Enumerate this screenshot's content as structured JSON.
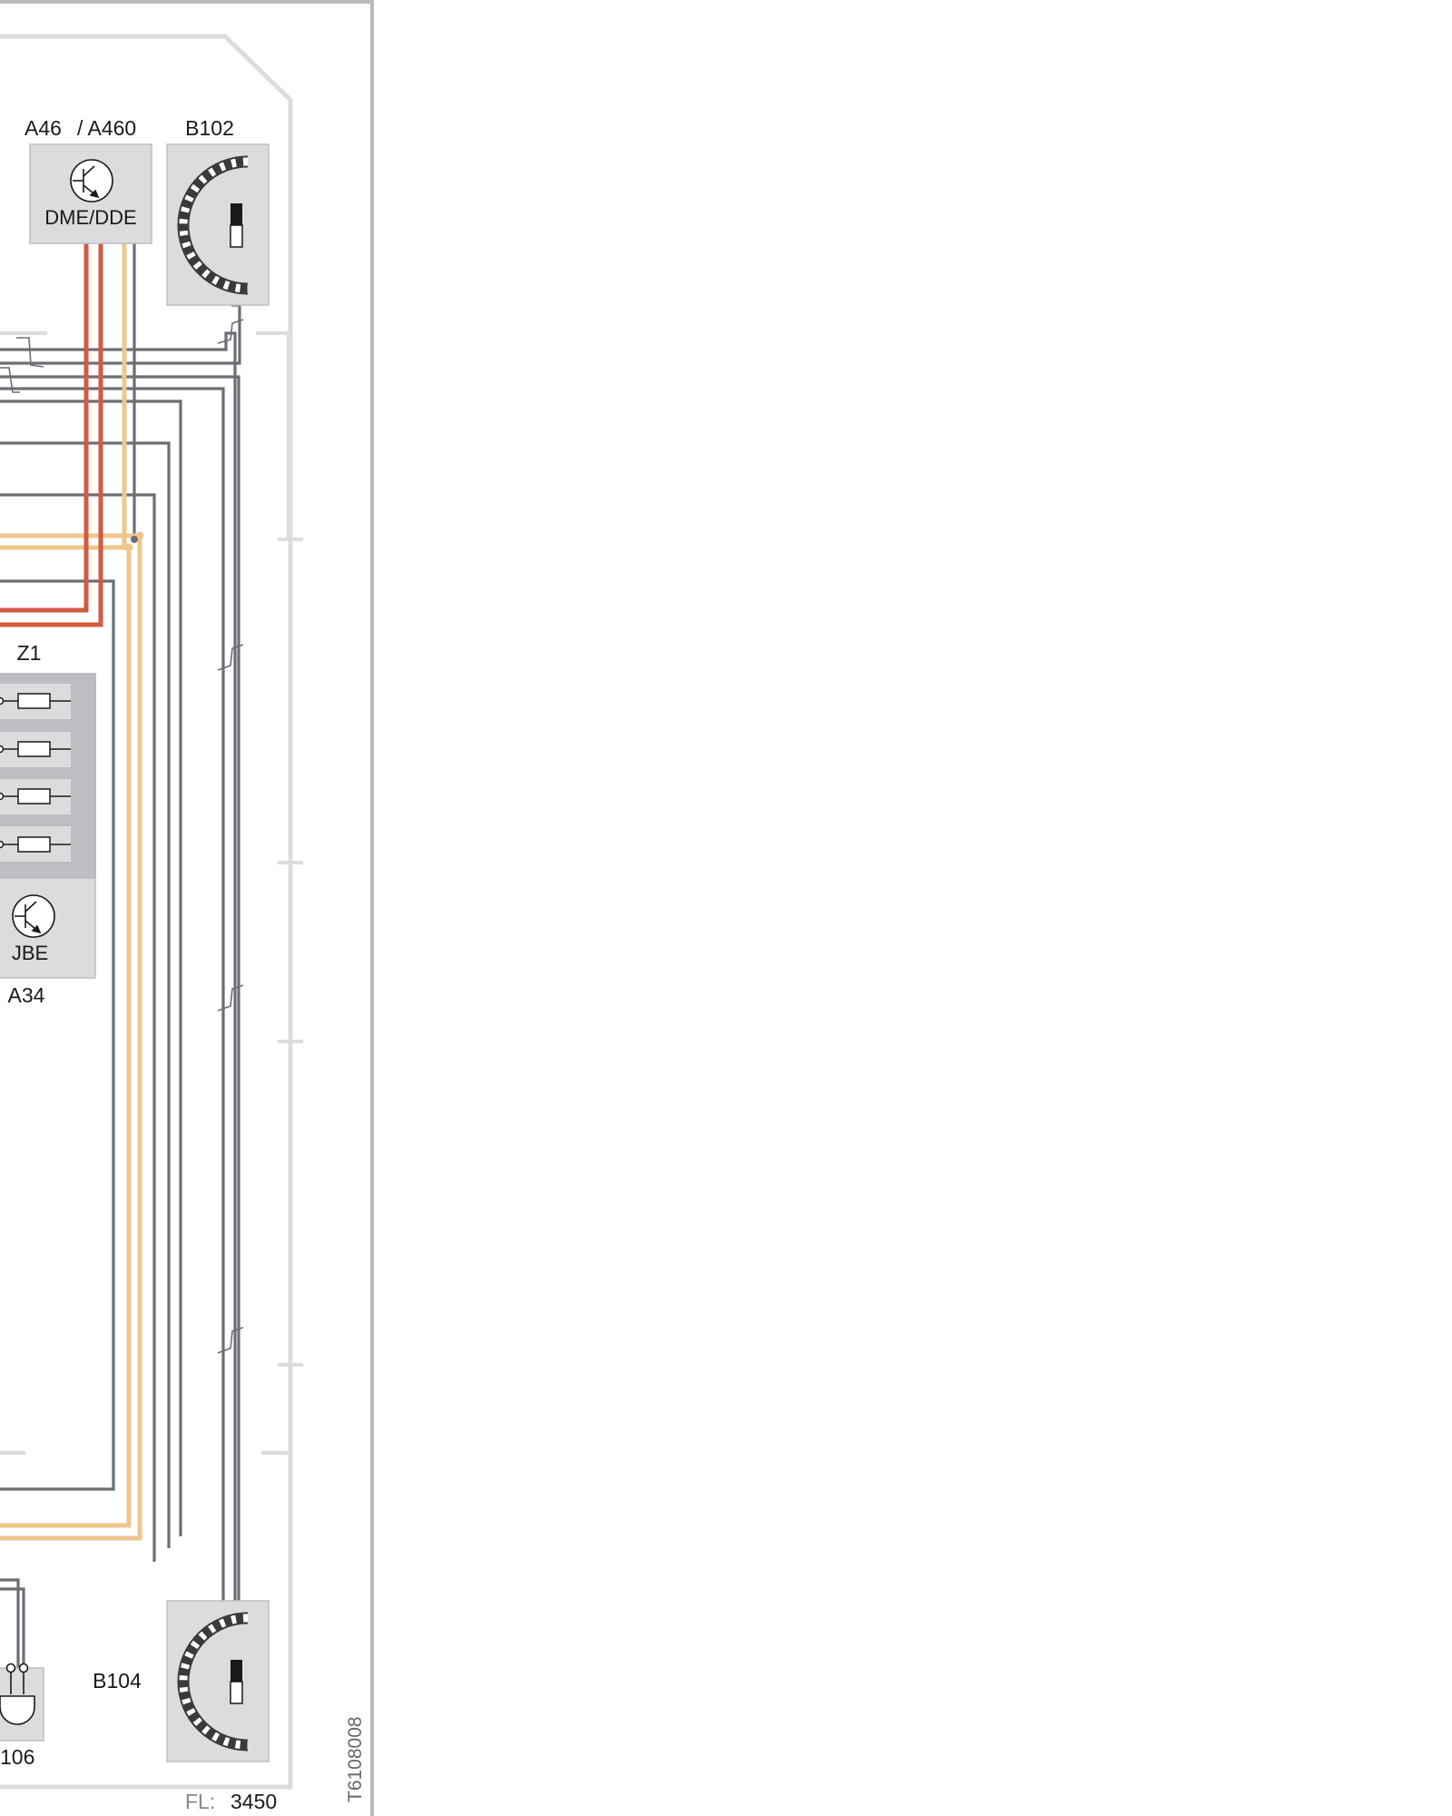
{
  "components": {
    "dme": {
      "ids": "A46",
      "alt": "/ A460",
      "name": "DME/DDE"
    },
    "b102": {
      "id": "B102"
    },
    "z1": {
      "id": "Z1"
    },
    "jbe": {
      "name": "JBE",
      "id": "A34"
    },
    "b104": {
      "id": "B104"
    },
    "b106": {
      "id": "106"
    }
  },
  "footer": {
    "fl_key": "FL:",
    "fl_value": "3450",
    "doc_id": "T6108008"
  },
  "colors": {
    "wire_gray": "#6e6d75",
    "wire_red": "#d35a43",
    "wire_orange": "#efc68d",
    "panel": "#dcdcdf",
    "panel_dark": "#bebec2",
    "frame": "#b9b9c0",
    "bracket": "#dcdcdc"
  },
  "icons": {
    "ecu": "transistor-icon",
    "sensor": "wheel-speed-sensor-icon",
    "fuse": "fuse-icon",
    "switch": "brake-switch-icon"
  }
}
